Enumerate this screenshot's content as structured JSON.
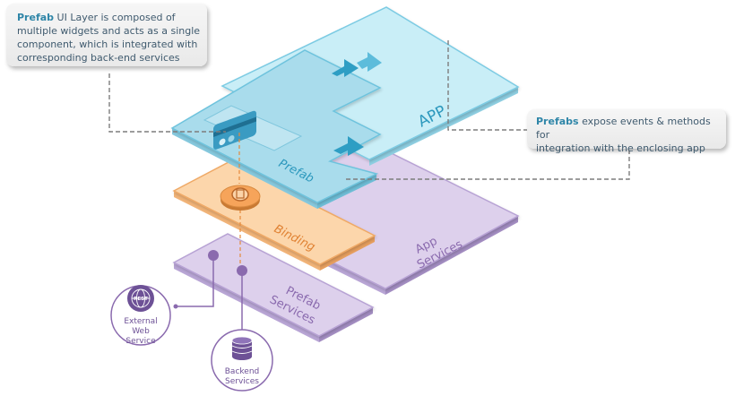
{
  "callouts": {
    "prefab_layer": {
      "bold": "Prefab",
      "text_1": " UI Layer is composed of",
      "line_2": "multiple widgets and acts as a single",
      "line_3": "component, which is integrated with",
      "line_4": "corresponding back-end services"
    },
    "events": {
      "bold": "Prefabs",
      "text_1": " expose events & methods for",
      "line_2": "integration with the enclosing app"
    }
  },
  "layers": {
    "app": "APP",
    "prefab": "Prefab",
    "binding": "Binding",
    "app_services_1": "App",
    "app_services_2": "Services",
    "prefab_services_1": "Prefab",
    "prefab_services_2": "Services"
  },
  "services": {
    "external_1": "External",
    "external_2": "Web",
    "external_3": "Service",
    "rest": "REST",
    "backend_1": "Backend",
    "backend_2": "Services"
  },
  "colors": {
    "app_fill": "#c9eef7",
    "prefab_fill": "#a9dcec",
    "binding_fill": "#fcd6ab",
    "services_fill": "#ddd0ec",
    "accent_blue": "#2e9ec4",
    "accent_purple": "#8a6aae",
    "accent_orange": "#e48a3c"
  }
}
